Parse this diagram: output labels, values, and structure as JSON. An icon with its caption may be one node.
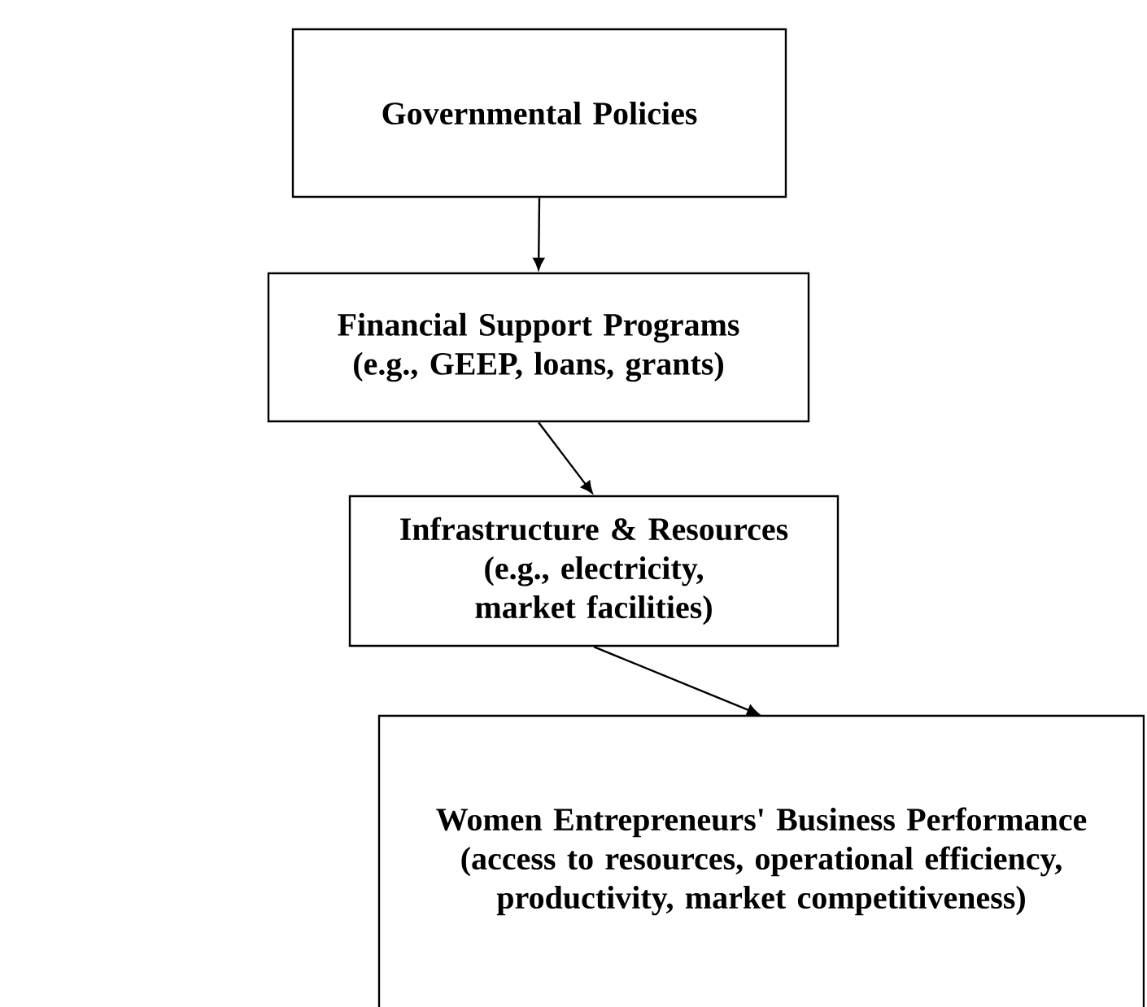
{
  "diagram": {
    "nodes": [
      {
        "text": [
          "Governmental Policies"
        ]
      },
      {
        "text": [
          "Financial Support  Programs",
          "(e.g., GEEP, loans, grants)"
        ]
      },
      {
        "text": [
          "Infrastructure & Resources",
          "(e.g., electricity, market facilities)"
        ]
      },
      {
        "text": [
          "Women Entrepreneurs' Business Performance",
          "(access to resources, operational efficiency, productivity, market competitiveness)"
        ]
      }
    ],
    "edges": [
      {
        "from": 0,
        "to": 1,
        "arrow": "to"
      },
      {
        "from": 1,
        "to": 2,
        "arrow": "to"
      },
      {
        "from": 2,
        "to": 3,
        "arrow": "to"
      }
    ]
  }
}
